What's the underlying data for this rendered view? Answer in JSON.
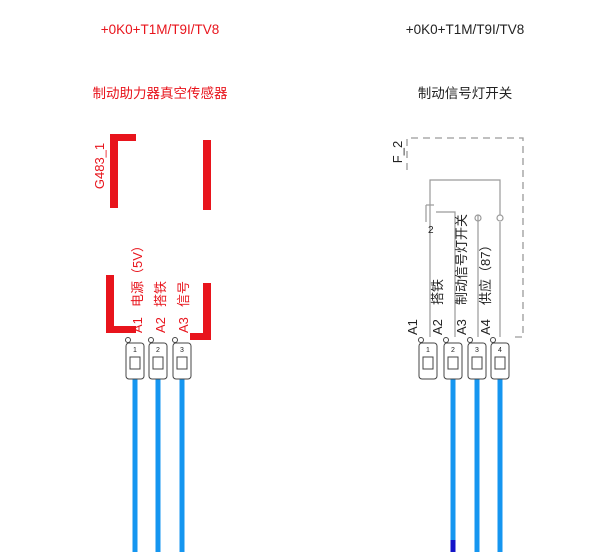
{
  "colors": {
    "red": "#e8141c",
    "black": "#222222",
    "gray": "#9a9a9a",
    "wire_blue": "#1596f0",
    "dark_blue": "#1414c8"
  },
  "left": {
    "location_code": "+0K0+T1M/T9I/TV8",
    "title": "制动助力器真空传感器",
    "component_id": "G483_1",
    "pins": [
      {
        "id": "A1",
        "desc": "电源（5V）",
        "num": "1"
      },
      {
        "id": "A2",
        "desc": "搭铁",
        "num": "2"
      },
      {
        "id": "A3",
        "desc": "信号",
        "num": "3"
      }
    ]
  },
  "right": {
    "location_code": "+0K0+T1M/T9I/TV8",
    "title": "制动信号灯开关",
    "component_id": "F_2",
    "switch_label": "2",
    "pins": [
      {
        "id": "A1",
        "desc": "",
        "num": "1"
      },
      {
        "id": "A2",
        "desc": "搭铁",
        "num": "2"
      },
      {
        "id": "A3",
        "desc": "制动信号灯开关",
        "num": "3"
      },
      {
        "id": "A4",
        "desc": "供应（87）",
        "num": "4"
      }
    ]
  }
}
